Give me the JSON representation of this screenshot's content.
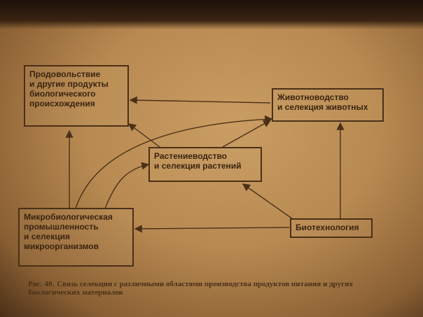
{
  "diagram": {
    "food_box": "Продовольствие\nи другие продукты\nбиологического\nпроисхождения",
    "animal_box": "Животноводство\nи селекция животных",
    "plant_box": "Растениеводство\nи селекция растений",
    "micro_box": "Микробиологическая\nпромышленность\nи селекция\nмикроорганизмов",
    "biotech_box": "Биотехнология"
  },
  "caption": {
    "label": "Рис. 40.",
    "text": "Связь селекции с различными областями производства продуктов питания и других биологических материалов"
  }
}
